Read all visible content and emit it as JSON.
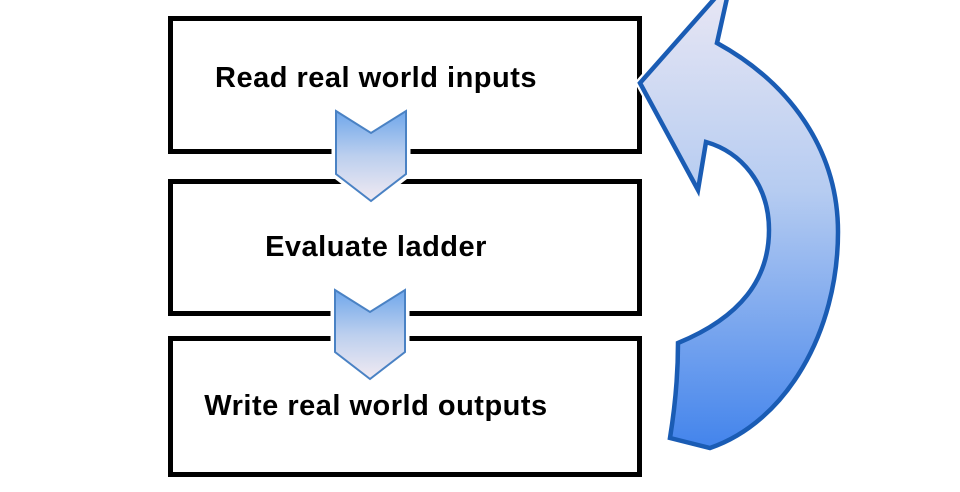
{
  "diagram": {
    "boxes": [
      {
        "label": "Read real world inputs"
      },
      {
        "label": "Evaluate ladder"
      },
      {
        "label": "Write real world outputs"
      }
    ],
    "arrows": {
      "step_connectors": [
        {
          "icon": "chevron-down-arrow"
        },
        {
          "icon": "chevron-down-arrow"
        }
      ],
      "loop": {
        "icon": "curved-loop-arrow"
      }
    },
    "colors": {
      "background": "#FFFFFF",
      "box_border": "#000000",
      "box_fill": "#FFFFFF",
      "text": "#000000",
      "chevron_gradient_top": "#6FA7EB",
      "chevron_gradient_mid": "#BCCFEE",
      "chevron_gradient_bottom": "#F1EAF2",
      "chevron_border": "#4A82C4",
      "loop_gradient_top": "#EBE8F4",
      "loop_gradient_mid": "#B6CCF1",
      "loop_gradient_bottom": "#4384EC",
      "loop_border": "#1A5CB4"
    }
  }
}
